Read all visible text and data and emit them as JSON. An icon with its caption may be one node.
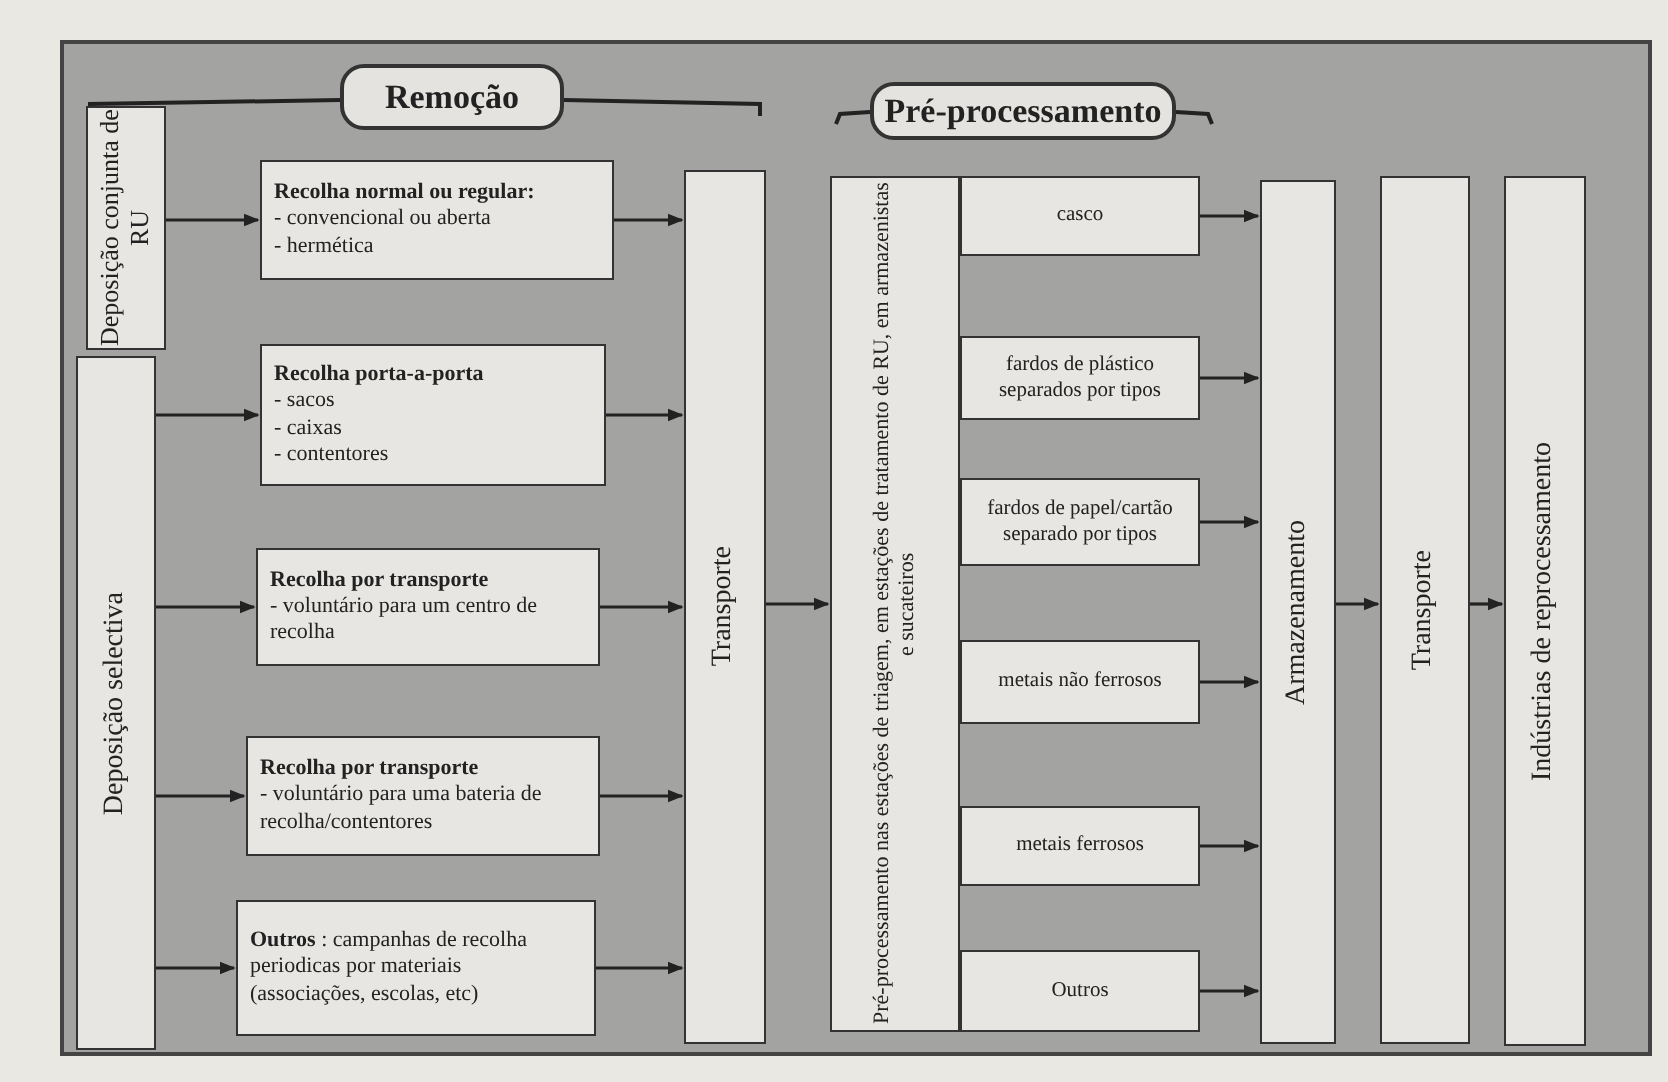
{
  "diagram": {
    "nodes": [
      {
        "text": [
          "Remoção"
        ]
      },
      {
        "text": [
          "Pré-processamento"
        ]
      },
      {
        "text": [
          "Deposição conjunta de RU"
        ]
      },
      {
        "text": [
          "Deposição selectiva"
        ]
      },
      {
        "text": [
          "Recolha normal ou regular:",
          "- convencional ou aberta",
          "- hermética"
        ]
      },
      {
        "text": [
          "Recolha porta-a-porta",
          "- sacos",
          "- caixas",
          "- contentores"
        ]
      },
      {
        "text": [
          "Recolha por transporte",
          "- voluntário para um centro de recolha"
        ]
      },
      {
        "text": [
          "Recolha por transporte",
          "- voluntário para uma bateria de recolha/contentores"
        ]
      },
      {
        "text": [
          "**Outros** : campanhas de recolha periodicas por materiais (associações, escolas, etc)"
        ]
      },
      {
        "text": [
          "Transporte"
        ]
      },
      {
        "text": [
          "Pré-processamento nas estações de triagem, em estações de tratamento de RU, em armazenistas e sucateiros"
        ]
      },
      {
        "text": [
          "casco"
        ]
      },
      {
        "text": [
          "fardos de plástico separados por tipos"
        ]
      },
      {
        "text": [
          "fardos de papel/cartão separado por tipos"
        ]
      },
      {
        "text": [
          "metais não ferrosos"
        ]
      },
      {
        "text": [
          "metais ferrosos"
        ]
      },
      {
        "text": [
          "Outros"
        ]
      },
      {
        "text": [
          "Armazenamento"
        ]
      },
      {
        "text": [
          "Transporte"
        ]
      },
      {
        "text": [
          "Indústrias de reprocessamento"
        ]
      }
    ],
    "edges": [
      {
        "from": 2,
        "to": 4,
        "arrow": "to"
      },
      {
        "from": 3,
        "to": 5,
        "arrow": "to"
      },
      {
        "from": 3,
        "to": 6,
        "arrow": "to"
      },
      {
        "from": 3,
        "to": 7,
        "arrow": "to"
      },
      {
        "from": 3,
        "to": 8,
        "arrow": "to"
      },
      {
        "from": 4,
        "to": 9,
        "arrow": "to"
      },
      {
        "from": 5,
        "to": 9,
        "arrow": "to"
      },
      {
        "from": 6,
        "to": 9,
        "arrow": "to"
      },
      {
        "from": 7,
        "to": 9,
        "arrow": "to"
      },
      {
        "from": 8,
        "to": 9,
        "arrow": "to"
      },
      {
        "from": 9,
        "to": 10,
        "arrow": "to"
      },
      {
        "from": 11,
        "to": 17,
        "arrow": "to"
      },
      {
        "from": 12,
        "to": 17,
        "arrow": "to"
      },
      {
        "from": 13,
        "to": 17,
        "arrow": "to"
      },
      {
        "from": 14,
        "to": 17,
        "arrow": "to"
      },
      {
        "from": 15,
        "to": 17,
        "arrow": "to"
      },
      {
        "from": 16,
        "to": 17,
        "arrow": "to"
      },
      {
        "from": 17,
        "to": 18,
        "arrow": "to"
      },
      {
        "from": 18,
        "to": 19,
        "arrow": "to"
      }
    ]
  }
}
